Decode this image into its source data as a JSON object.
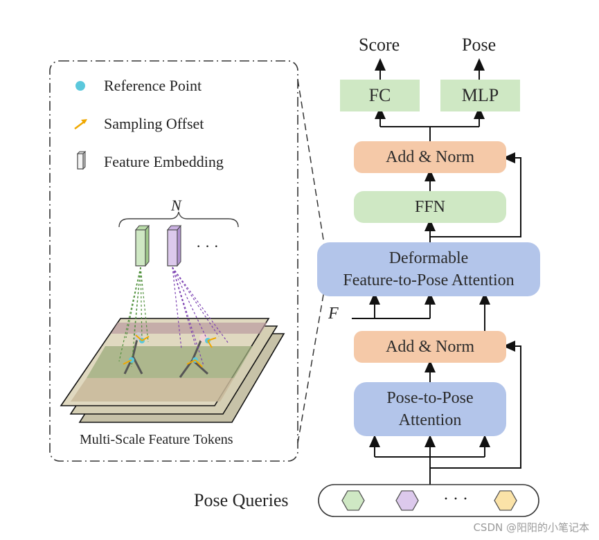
{
  "outputs": {
    "score": "Score",
    "pose": "Pose"
  },
  "heads": {
    "fc": "FC",
    "mlp": "MLP"
  },
  "decoder": {
    "add_norm_top": "Add & Norm",
    "ffn": "FFN",
    "deform_attn_line1": "Deformable",
    "deform_attn_line2": "Feature-to-Pose Attention",
    "feature_input": "F",
    "add_norm_bottom": "Add & Norm",
    "self_attn_line1": "Pose-to-Pose",
    "self_attn_line2": "Attention"
  },
  "queries": {
    "label": "Pose Queries",
    "ellipsis": "· · ·"
  },
  "legend": {
    "reference_point": "Reference Point",
    "sampling_offset": "Sampling Offset",
    "feature_embedding": "Feature Embedding"
  },
  "inset": {
    "n_label": "N",
    "ellipsis": "· · ·",
    "caption": "Multi-Scale Feature Tokens"
  },
  "watermark": "CSDN @阳阳的小笔记本",
  "colors": {
    "green": "#cfe8c4",
    "orange": "#f5c9a8",
    "blue": "#b3c5ea",
    "ref_point": "#5bc8dc",
    "offset_arrow": "#f0a800",
    "query_green": "#cfe8c4",
    "query_purple": "#dcc9ec",
    "query_yellow": "#fbe3a8"
  }
}
